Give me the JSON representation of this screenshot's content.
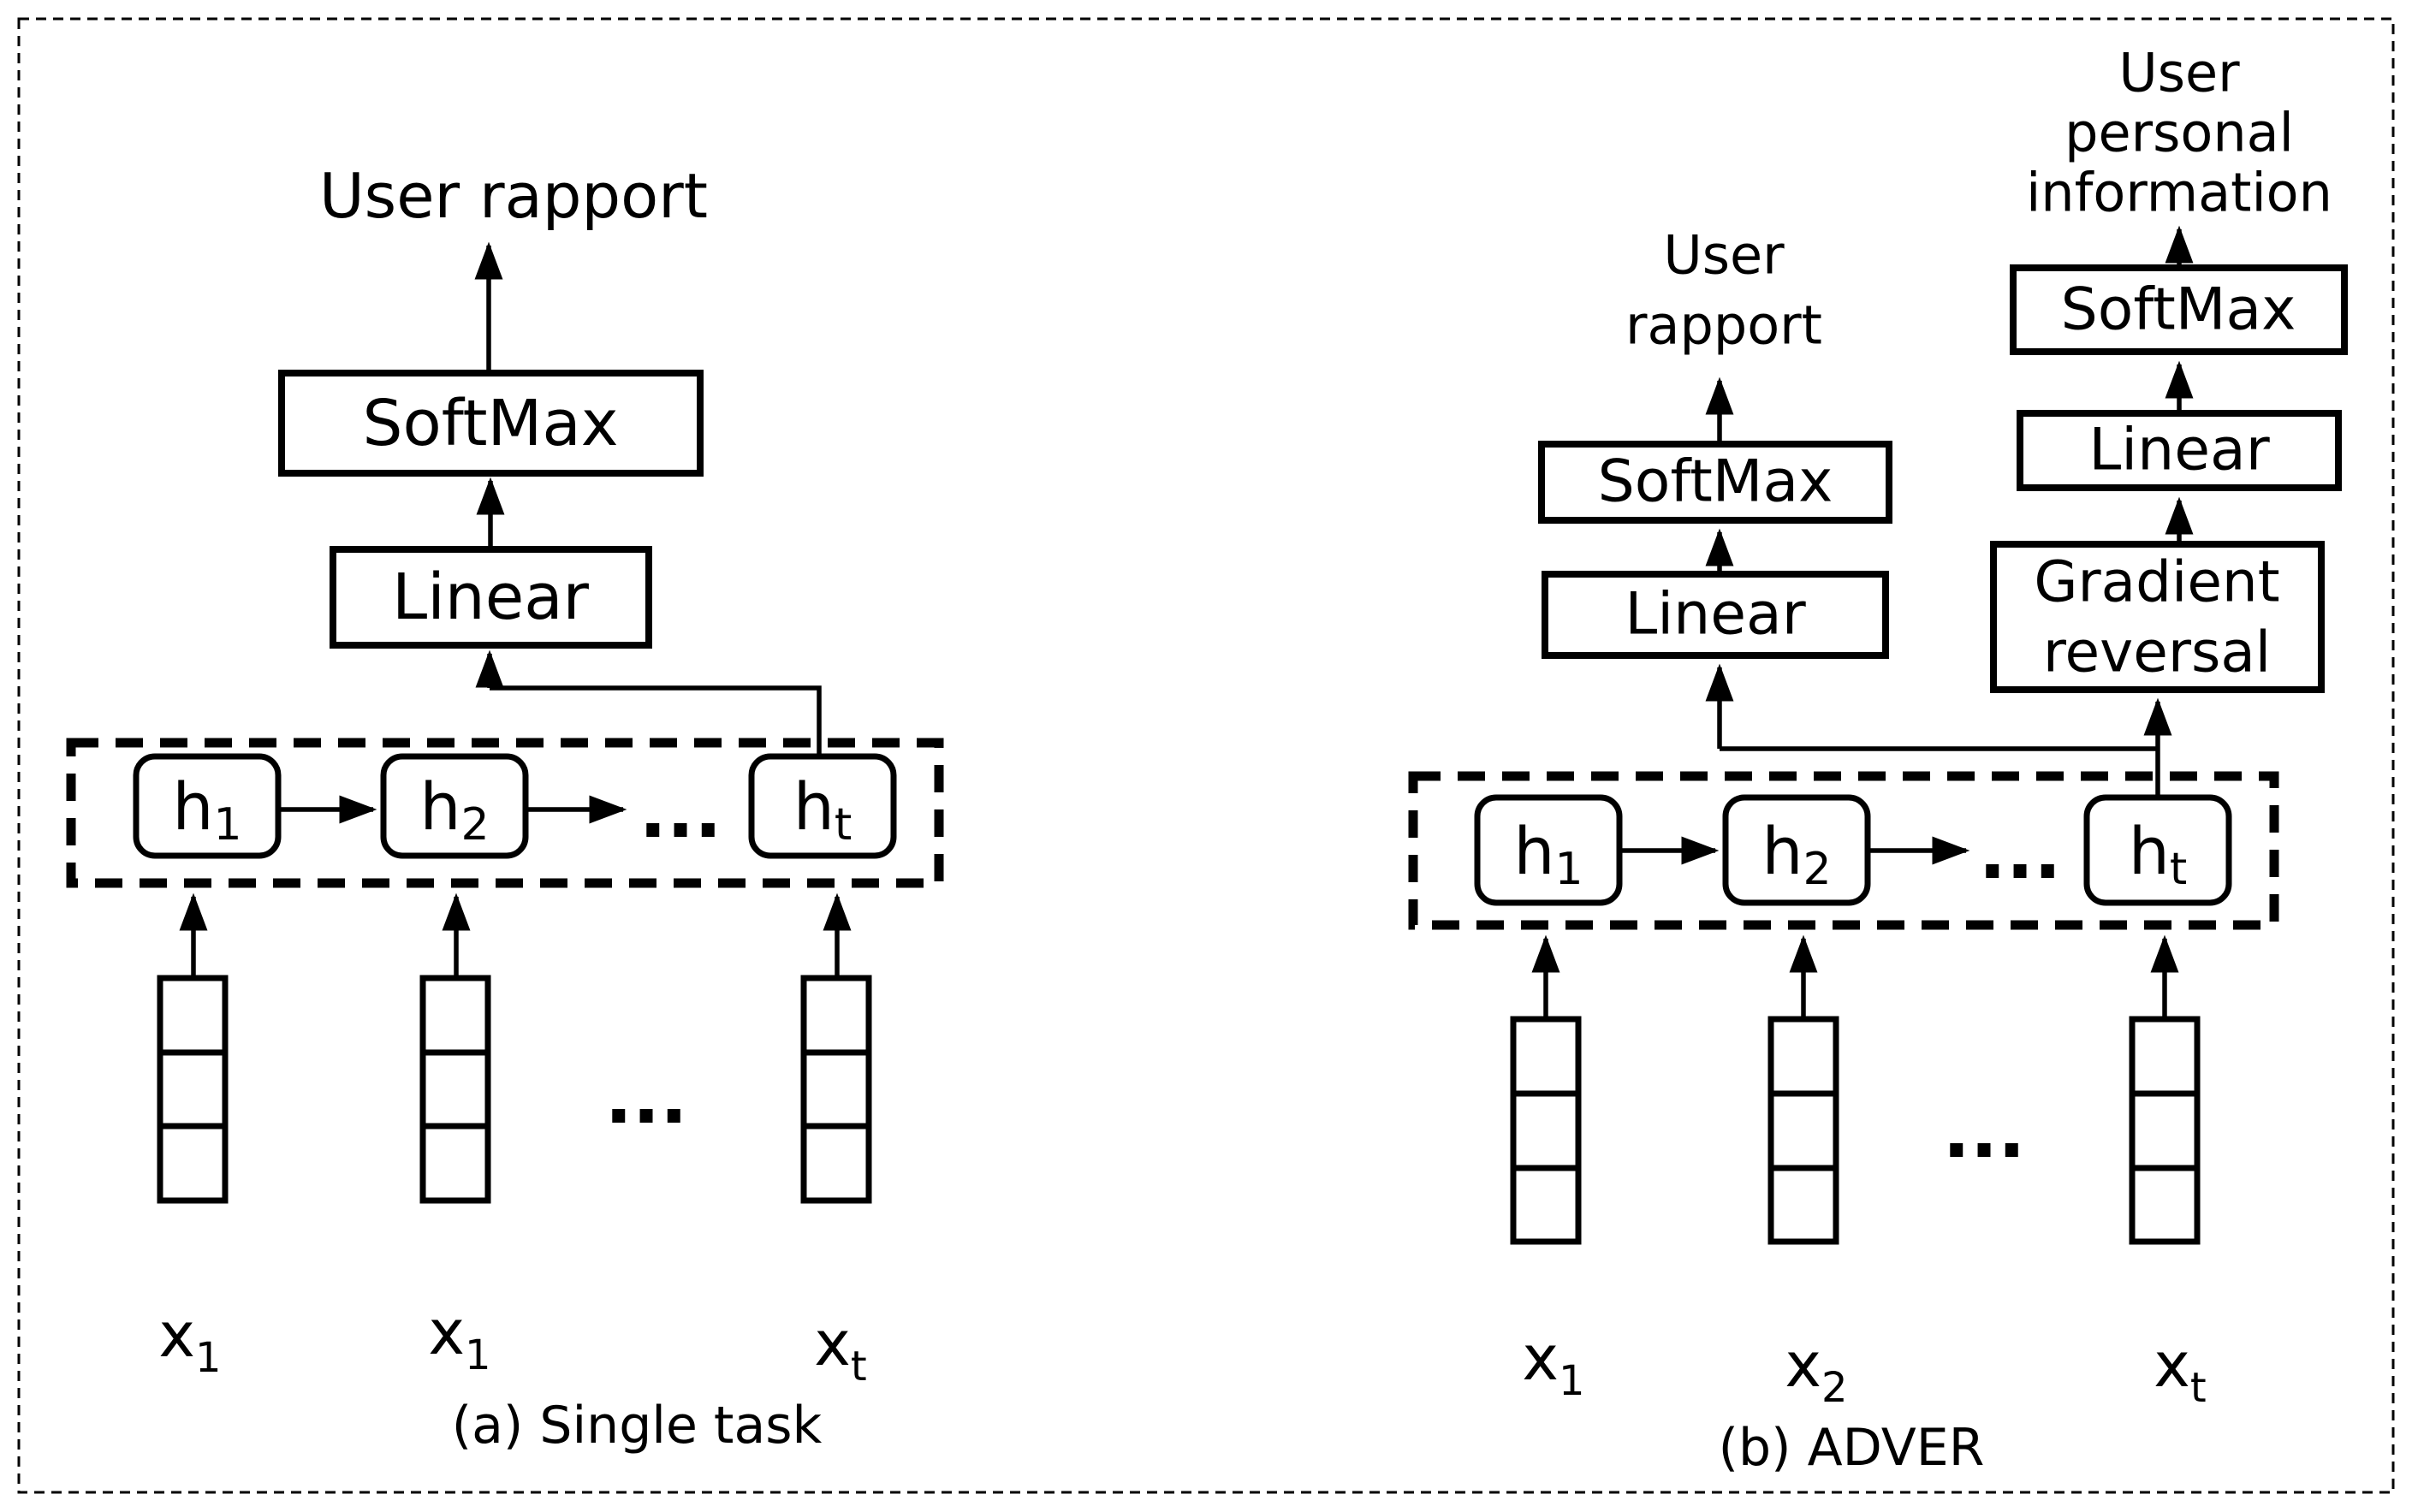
{
  "colors": {
    "ink": "#000000",
    "background": "#ffffff"
  },
  "panel_a": {
    "caption": "(a) Single task",
    "output_label": "User rapport",
    "softmax_label": "SoftMax",
    "linear_label": "Linear",
    "hidden_nodes": [
      {
        "base": "h",
        "sub": "1"
      },
      {
        "base": "h",
        "sub": "2"
      },
      {
        "base": "h",
        "sub": "t"
      }
    ],
    "hidden_ellipsis": "...",
    "input_ellipsis": "...",
    "input_labels": [
      {
        "base": "x",
        "sub": "1"
      },
      {
        "base": "x",
        "sub": "1"
      },
      {
        "base": "x",
        "sub": "t"
      }
    ]
  },
  "panel_b": {
    "caption": "(b) ADVER",
    "rapport_output_label": {
      "line1": "User",
      "line2": "rapport"
    },
    "personal_output_label": {
      "line1": "User",
      "line2": "personal",
      "line3": "information"
    },
    "rapport_softmax_label": "SoftMax",
    "rapport_linear_label": "Linear",
    "personal_softmax_label": "SoftMax",
    "personal_linear_label": "Linear",
    "gradient_reversal_label": {
      "line1": "Gradient",
      "line2": "reversal"
    },
    "hidden_nodes": [
      {
        "base": "h",
        "sub": "1"
      },
      {
        "base": "h",
        "sub": "2"
      },
      {
        "base": "h",
        "sub": "t"
      }
    ],
    "hidden_ellipsis": "...",
    "input_ellipsis": "...",
    "input_labels": [
      {
        "base": "x",
        "sub": "1"
      },
      {
        "base": "x",
        "sub": "2"
      },
      {
        "base": "x",
        "sub": "t"
      }
    ]
  }
}
